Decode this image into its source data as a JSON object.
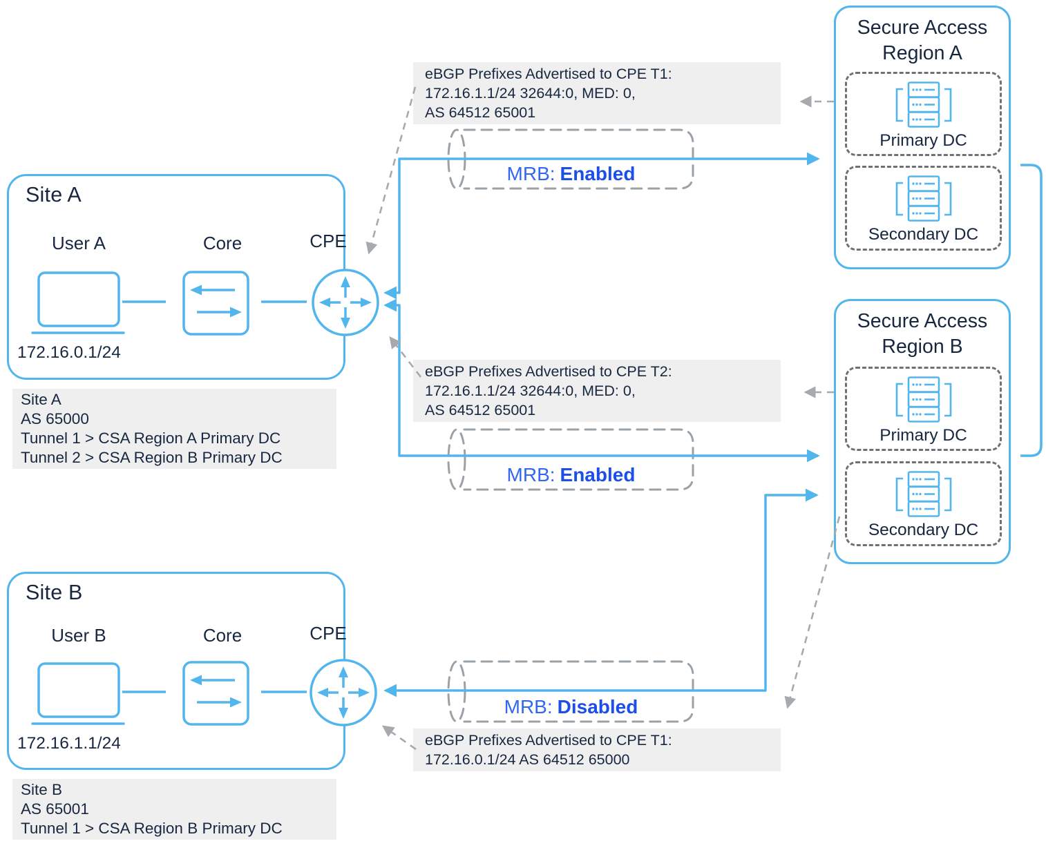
{
  "colors": {
    "accent_blue": "#52b6ed",
    "navy_text": "#172740",
    "mrb_label_blue": "#3268f0",
    "mrb_status_blue": "#1c4ee8",
    "dashed_gray": "#9aa1a7",
    "dc_dash_gray": "#6e7276",
    "note_bg": "#efefef"
  },
  "site_a": {
    "title": "Site A",
    "user_label": "User A",
    "core_label": "Core",
    "cpe_label": "CPE",
    "subnet": "172.16.0.1/24",
    "caption_lines": [
      "Site A",
      "AS 65000",
      "Tunnel 1 > CSA Region A Primary DC",
      "Tunnel 2 > CSA Region B Primary DC"
    ]
  },
  "site_b": {
    "title": "Site B",
    "user_label": "User B",
    "core_label": "Core",
    "cpe_label": "CPE",
    "subnet": "172.16.1.1/24",
    "caption_lines": [
      "Site B",
      "AS 65001",
      "Tunnel 1 > CSA Region B Primary DC"
    ]
  },
  "region_a": {
    "title_line1": "Secure Access",
    "title_line2": "Region A",
    "primary_dc_label": "Primary DC",
    "secondary_dc_label": "Secondary DC"
  },
  "region_b": {
    "title_line1": "Secure Access",
    "title_line2": "Region B",
    "primary_dc_label": "Primary DC",
    "secondary_dc_label": "Secondary DC"
  },
  "notes": {
    "ebgp_t1_region_a": {
      "line1": "eBGP Prefixes Advertised to CPE T1:",
      "line2": "172.16.1.1/24 32644:0, MED: 0,",
      "line3": "AS 64512 65001"
    },
    "ebgp_t2_region_b": {
      "line1": "eBGP Prefixes Advertised to CPE T2:",
      "line2": "172.16.1.1/24 32644:0, MED: 0,",
      "line3": "AS 64512 65001"
    },
    "ebgp_t1_site_b": {
      "line1": "eBGP Prefixes Advertised to CPE T1:",
      "line2": "172.16.0.1/24 AS 64512 65000"
    }
  },
  "tunnels": {
    "site_a_t1": {
      "prefix": "MRB:",
      "status": "Enabled"
    },
    "site_a_t2": {
      "prefix": "MRB:",
      "status": "Enabled"
    },
    "site_b_t1": {
      "prefix": "MRB:",
      "status": "Disabled"
    }
  }
}
